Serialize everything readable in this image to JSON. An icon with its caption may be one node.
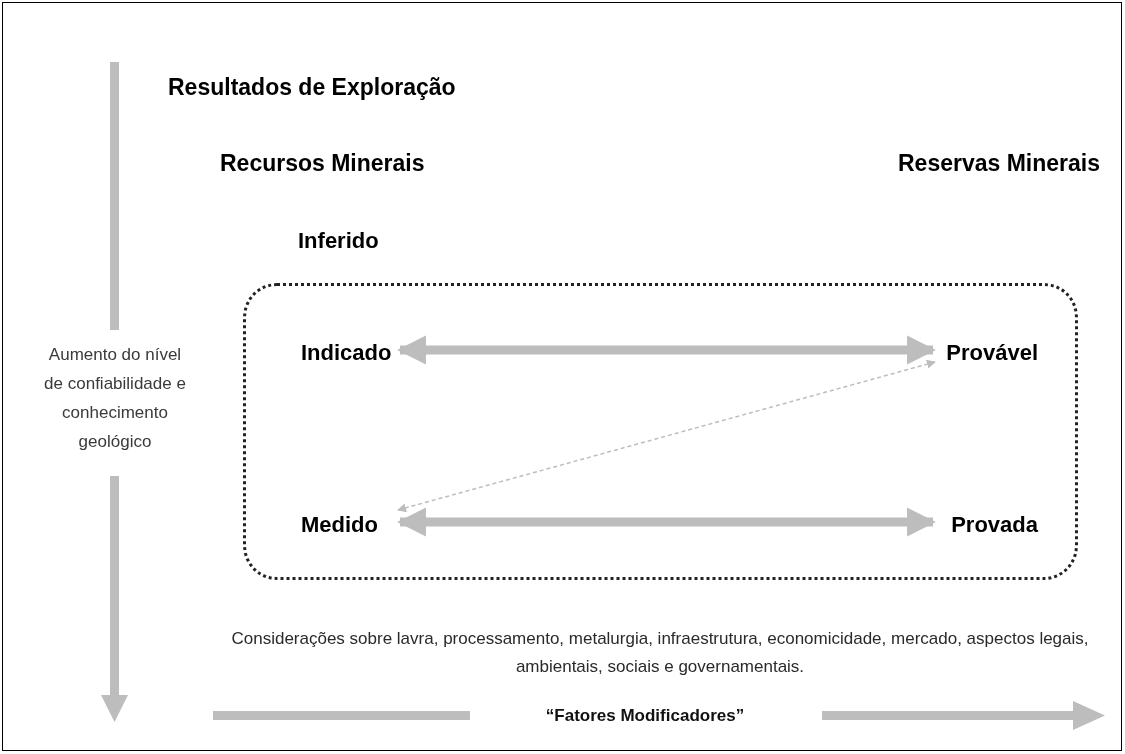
{
  "diagram": {
    "nodes": [
      {
        "text": [],
        "shape": "box"
      },
      {
        "text": [
          "Indicado"
        ],
        "in": 0
      },
      {
        "text": [
          "Provável"
        ],
        "in": 0
      },
      {
        "text": [
          "Medido"
        ],
        "in": 0
      },
      {
        "text": [
          "Provada"
        ],
        "in": 0
      }
    ],
    "edges": [
      {
        "from": 1,
        "to": 2,
        "arrow": "both"
      },
      {
        "from": 3,
        "to": 2,
        "arrow": "both",
        "style": "dashed"
      },
      {
        "from": 3,
        "to": 4,
        "arrow": "both"
      }
    ],
    "labels": [
      "Resultados de Exploração",
      "Recursos Minerais",
      "Reservas Minerais",
      "Inferido",
      "Aumento do nível de confiabilidade e conhecimento geológico",
      "Considerações sobre lavra, processamento, metalurgia, infraestrutura, economicidade, mercado,  aspectos legais, ambientais, sociais e governamentais.",
      "“Fatores Modificadores”"
    ]
  }
}
